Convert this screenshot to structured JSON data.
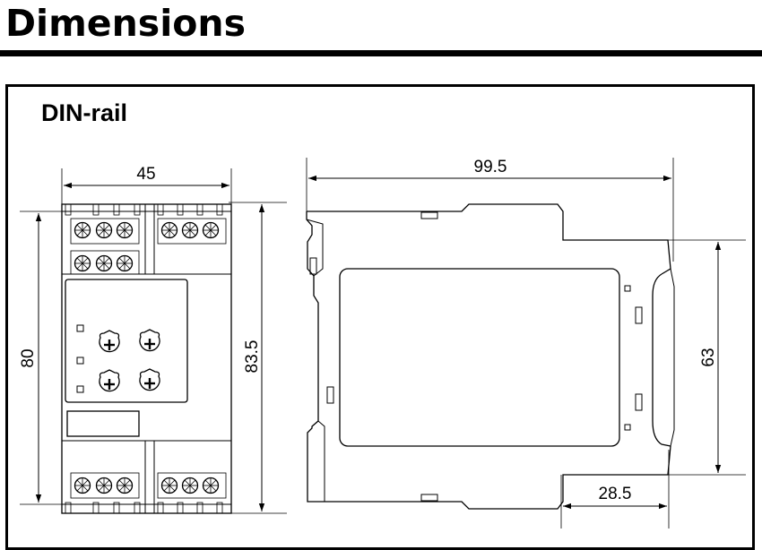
{
  "header": {
    "title": "Dimensions"
  },
  "section": {
    "title": "DIN-rail"
  },
  "dimensions": {
    "front_width": "45",
    "front_height": "80",
    "front_total_height": "83.5",
    "side_depth": "99.5",
    "side_rail_height": "63",
    "side_rail_offset": "28.5"
  }
}
